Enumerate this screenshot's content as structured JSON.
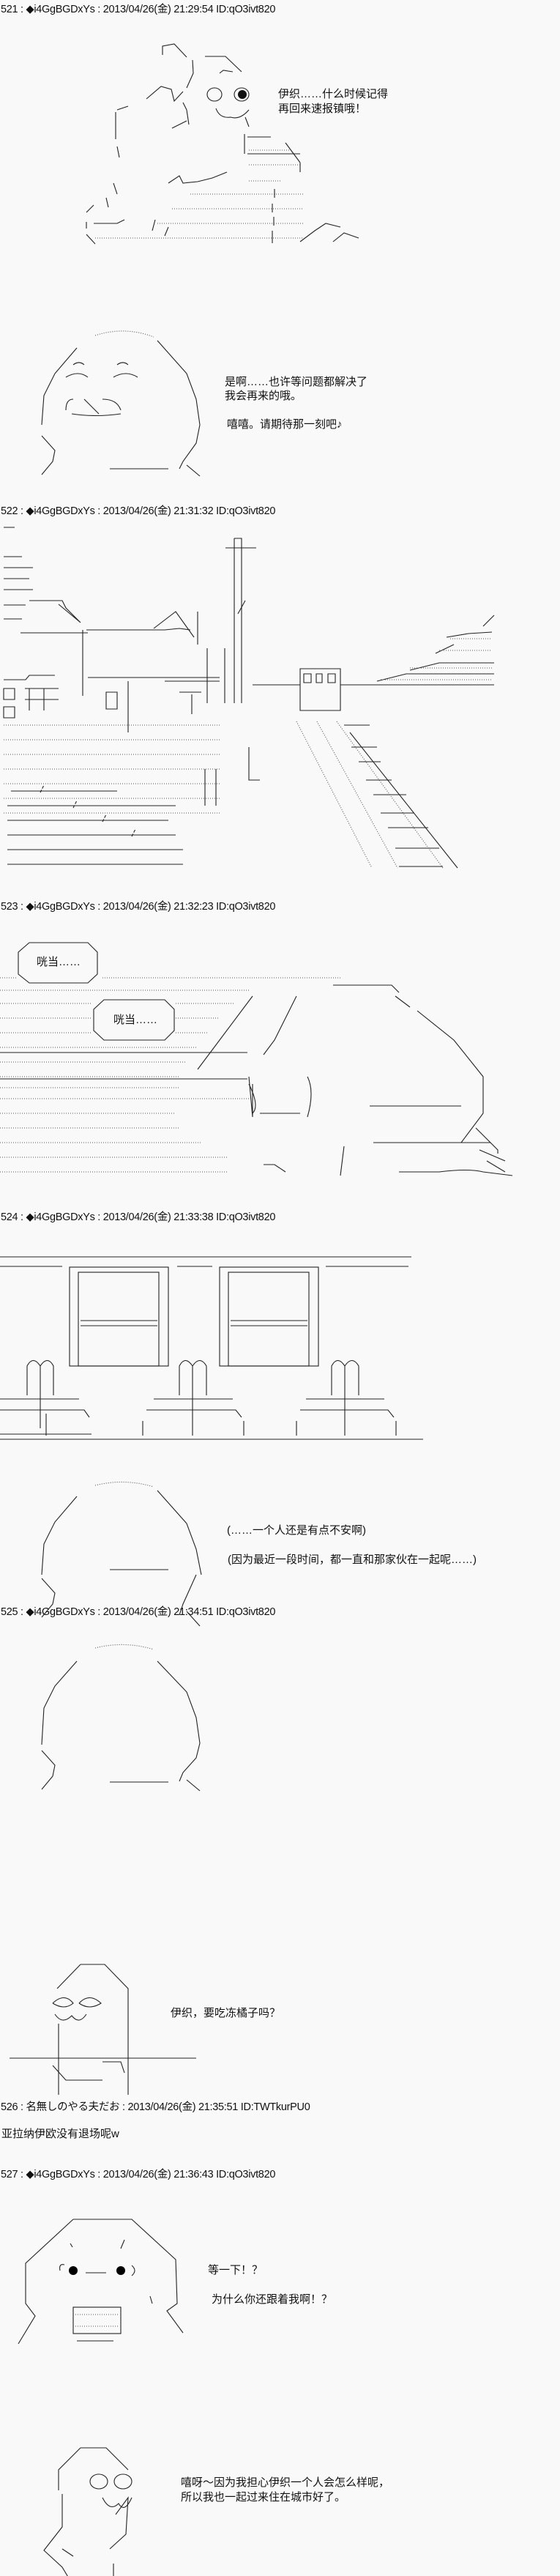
{
  "posts": [
    {
      "header": "521 : ◆i4GgBGDxYs : 2013/04/26(金) 21:29:54 ID:qO3ivt820",
      "lines": [
        "伊织……什么时候记得",
        "再回来速报镇哦！",
        "是啊……也许等问题都解决了",
        "我会再来的哦。",
        "嘻嘻。请期待那一刻吧♪"
      ]
    },
    {
      "header": "522 : ◆i4GgBGDxYs : 2013/04/26(金) 21:31:32 ID:qO3ivt820"
    },
    {
      "header": "523 : ◆i4GgBGDxYs : 2013/04/26(金) 21:32:23 ID:qO3ivt820",
      "lines": [
        "咣当……",
        "咣当……"
      ]
    },
    {
      "header": "524 : ◆i4GgBGDxYs : 2013/04/26(金) 21:33:38 ID:qO3ivt820",
      "lines": [
        "(……一个人还是有点不安啊)",
        "(因为最近一段时间，都一直和那家伙在一起呢……)"
      ]
    },
    {
      "header": "525 : ◆i4GgBGDxYs : 2013/04/26(金) 21:34:51 ID:qO3ivt820",
      "lines": [
        "伊织，要吃冻橘子吗？"
      ]
    },
    {
      "header": "526 : 名無しのやる夫だお : 2013/04/26(金) 21:35:51 ID:TWTkurPU0",
      "lines": [
        "亚拉纳伊欧没有退场呢w"
      ]
    },
    {
      "header": "527 : ◆i4GgBGDxYs : 2013/04/26(金) 21:36:43 ID:qO3ivt820",
      "lines": [
        "等一下！？",
        "为什么你还跟着我啊！？",
        "嘻呀～因为我担心伊织一个人会怎么样呢，",
        "所以我也一起过来住在城市好了。"
      ]
    }
  ]
}
